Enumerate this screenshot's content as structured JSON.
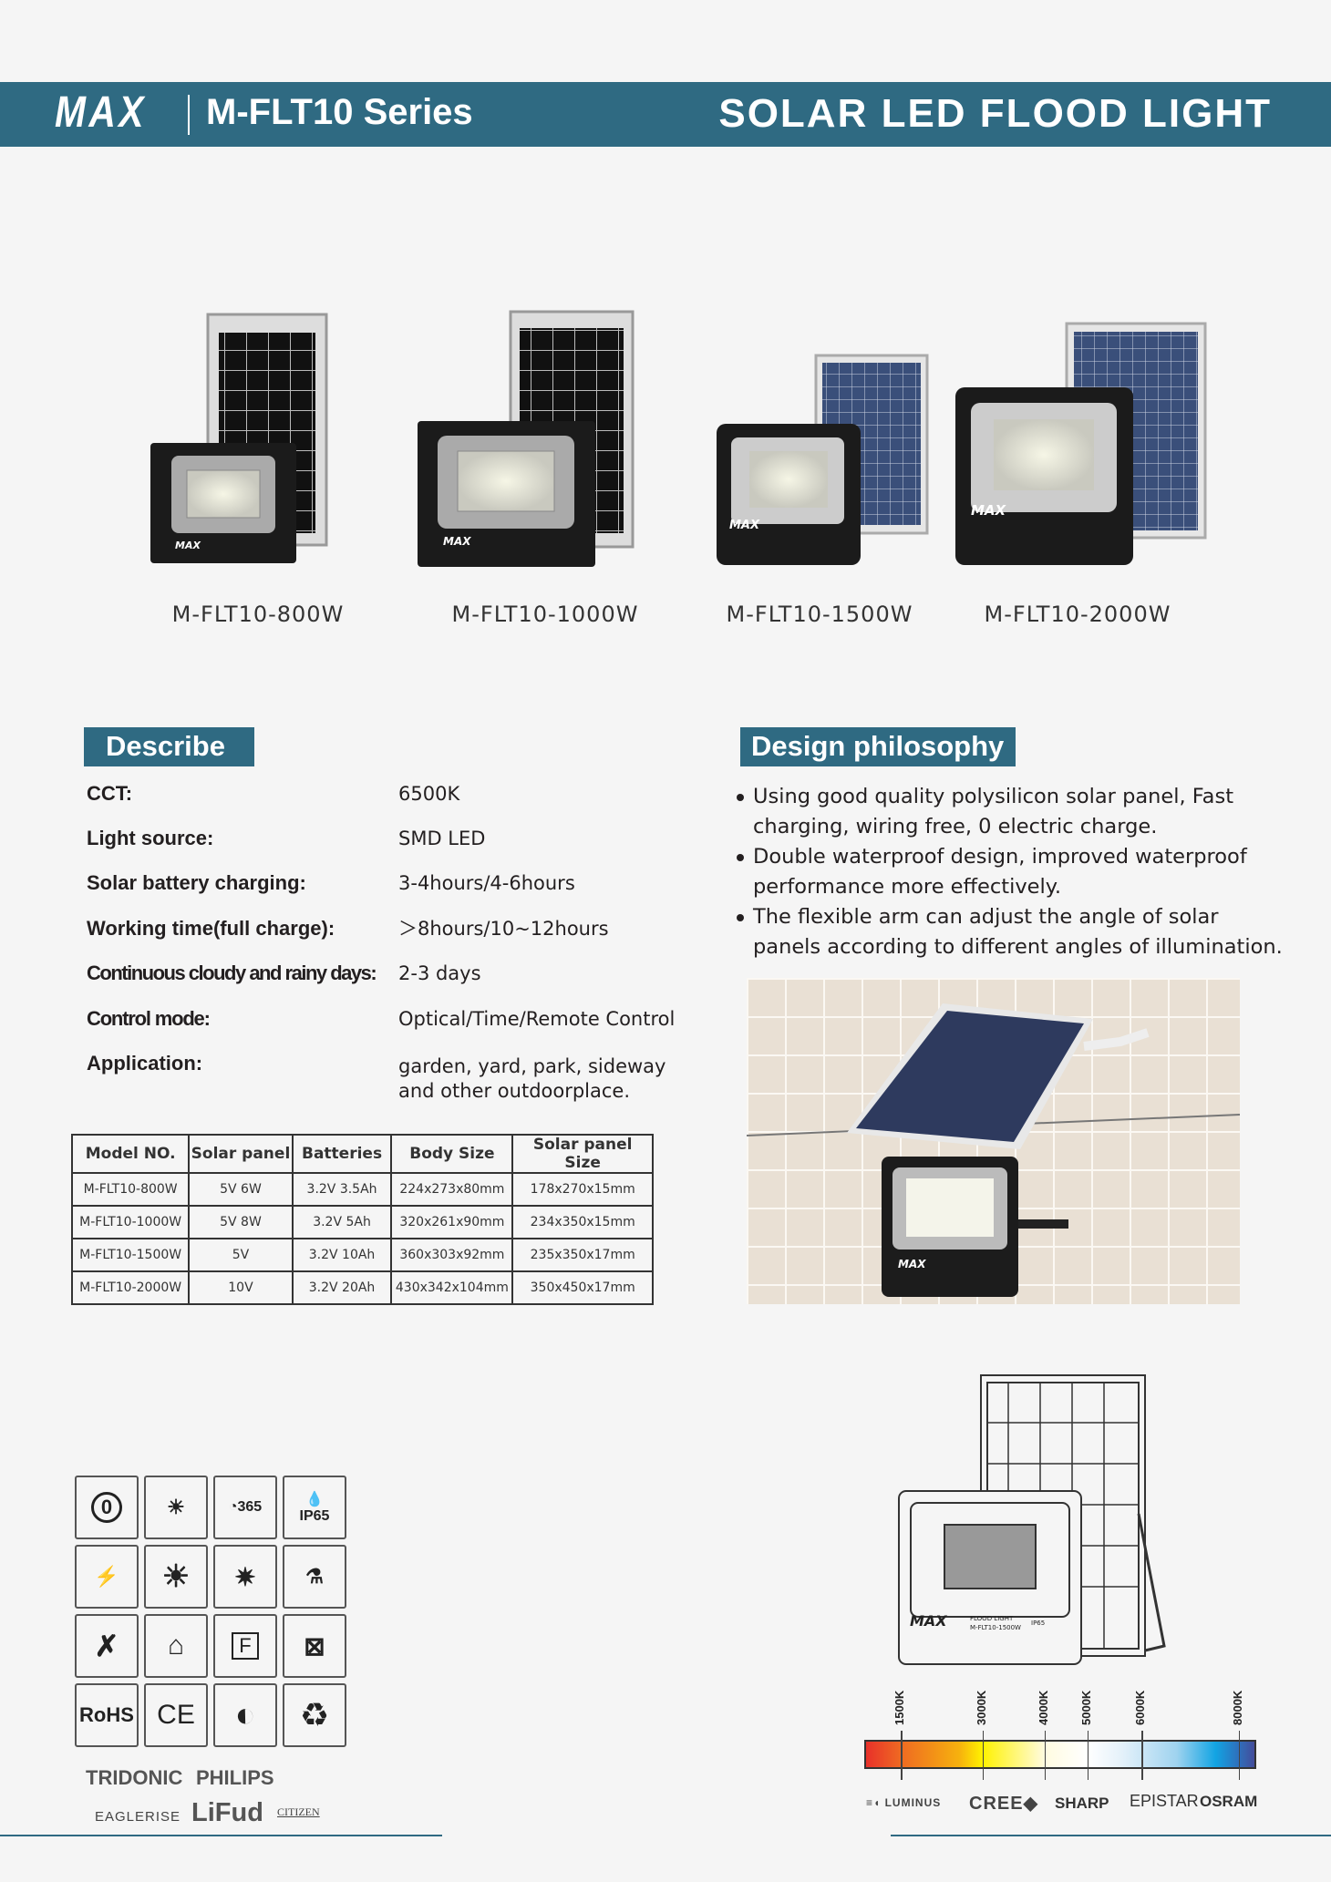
{
  "header": {
    "brand": "MAX",
    "series": "M-FLT10 Series",
    "title": "SOLAR LED FLOOD LIGHT"
  },
  "products": [
    {
      "label": "M-FLT10-800W"
    },
    {
      "label": "M-FLT10-1000W"
    },
    {
      "label": "M-FLT10-1500W"
    },
    {
      "label": "M-FLT10-2000W"
    }
  ],
  "describe": {
    "heading": "Describe",
    "specs": [
      {
        "label": "CCT:",
        "value": "6500K"
      },
      {
        "label": "Light source:",
        "value": "SMD LED"
      },
      {
        "label": "Solar battery charging:",
        "value": "3-4hours/4-6hours"
      },
      {
        "label": "Working time(full charge):",
        "value": "＞8hours/10~12hours"
      },
      {
        "label": "Continuous cloudy and rainy days:",
        "value": "2-3 days"
      },
      {
        "label": "Control mode:",
        "value": "Optical/Time/Remote Control"
      },
      {
        "label": "Application:",
        "value": "garden, yard, park, sideway and other outdoorplace."
      }
    ]
  },
  "design": {
    "heading": "Design philosophy",
    "bullets": [
      "Using good quality polysilicon solar panel, Fast charging, wiring free, 0 electric charge.",
      "Double waterproof design, improved waterproof performance more effectively.",
      "The flexible arm can adjust the angle of solar panels according to different angles of illumination."
    ]
  },
  "table": {
    "headers": [
      "Model NO.",
      "Solar panel",
      "Batteries",
      "Body Size",
      "Solar panel Size"
    ],
    "rows": [
      [
        "M-FLT10-800W",
        "5V 6W",
        "3.2V 3.5Ah",
        "224x273x80mm",
        "178x270x15mm"
      ],
      [
        "M-FLT10-1000W",
        "5V 8W",
        "3.2V 5Ah",
        "320x261x90mm",
        "234x350x15mm"
      ],
      [
        "M-FLT10-1500W",
        "5V",
        "3.2V 10Ah",
        "360x303x92mm",
        "235x350x17mm"
      ],
      [
        "M-FLT10-2000W",
        "10V",
        "3.2V 20Ah",
        "430x342x104mm",
        "350x450x17mm"
      ]
    ]
  },
  "icons": {
    "zero_cost": "0",
    "warranty": "365",
    "ip": "IP65",
    "rohs": "RoHS",
    "ce": "CE",
    "f_mark": "F"
  },
  "device_label": {
    "brand": "MAX",
    "text": "FLOOD LIGHT",
    "model": "M-FLT10-1500W",
    "ip": "IP65"
  },
  "cct_scale": {
    "labels": [
      "1500K",
      "3000K",
      "4000K",
      "5000K",
      "6000K",
      "8000K"
    ]
  },
  "chip_brands_left": [
    "TRIDONIC",
    "PHILIPS",
    "EAGLERISE",
    "LiFud",
    "CITIZEN"
  ],
  "chip_brands_right": [
    "LUMINUS",
    "CREE",
    "SHARP",
    "EPISTAR",
    "OSRAM"
  ],
  "colors": {
    "accent": "#2f6a82"
  }
}
